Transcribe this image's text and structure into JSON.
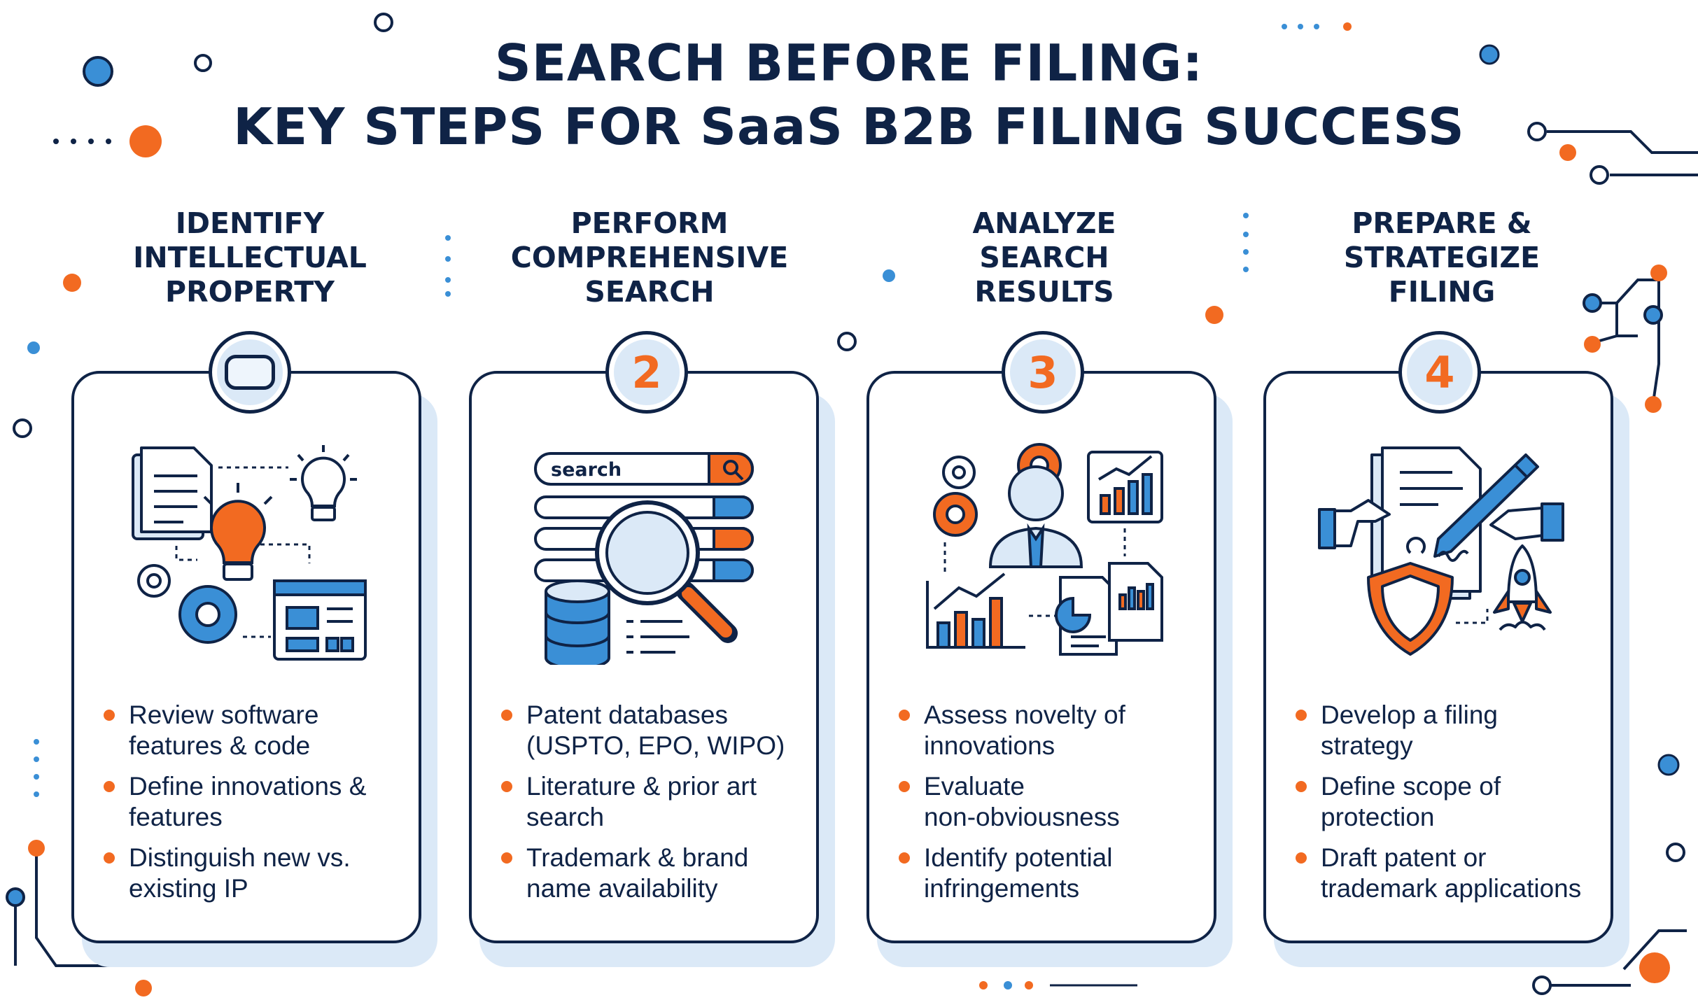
{
  "title": {
    "line1": "SEARCH BEFORE FILING:",
    "line2": "KEY STEPS FOR SaaS B2B FILING SUCCESS"
  },
  "colors": {
    "navy": "#0f2346",
    "orange": "#f26a21",
    "blue": "#3a8fd6",
    "light_blue": "#dbe9f7"
  },
  "steps": [
    {
      "title": "IDENTIFY\nINTELLECTUAL\nPROPERTY",
      "badge": "",
      "icon": "documents-lightbulb-gear-browser-icon",
      "bullets": [
        "Review software\nfeatures & code",
        "Define innovations &\nfeatures",
        "Distinguish new vs.\nexisting IP"
      ]
    },
    {
      "title": "PERFORM\nCOMPREHENSIVE\nSEARCH",
      "badge": "2",
      "icon": "search-database-magnifier-icon",
      "search_label": "search",
      "bullets": [
        "Patent databases\n(USPTO, EPO, WIPO)",
        "Literature & prior art\nsearch",
        "Trademark & brand\nname availability"
      ]
    },
    {
      "title": "ANALYZE\nSEARCH\nRESULTS",
      "badge": "3",
      "icon": "analyst-charts-gears-icon",
      "bullets": [
        "Assess novelty of\ninnovations",
        "Evaluate\nnon-obviousness",
        "Identify potential\ninfringements"
      ]
    },
    {
      "title": "PREPARE &\nSTRATEGIZE\nFILING",
      "badge": "4",
      "icon": "document-pen-shield-rocket-icon",
      "bullets": [
        "Develop a filing\nstrategy",
        "Define scope of\nprotection",
        "Draft patent or\ntrademark applications"
      ]
    }
  ]
}
